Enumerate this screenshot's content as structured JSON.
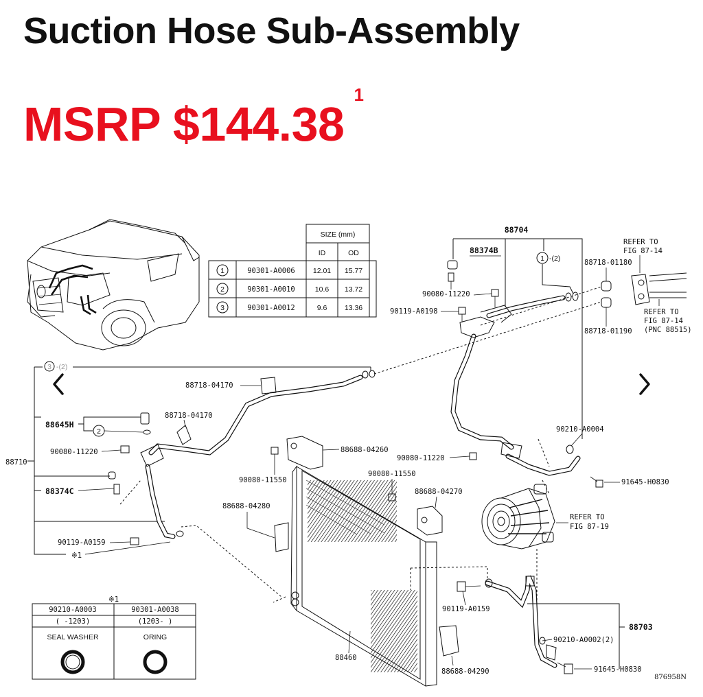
{
  "page": {
    "title": "Suction Hose Sub-Assembly",
    "price": "MSRP $144.38",
    "price_footnote": "1"
  },
  "colors": {
    "price": "#e8101e",
    "text": "#111111"
  },
  "carousel": {
    "prev_icon": "chevron-left-icon",
    "next_icon": "chevron-right-icon"
  },
  "size_table": {
    "header": "SIZE (mm)",
    "col_id": "ID",
    "col_od": "OD",
    "rows": [
      {
        "num": "1",
        "part": "90301-A0006",
        "id": "12.01",
        "od": "15.77"
      },
      {
        "num": "2",
        "part": "90301-A0010",
        "id": "10.6",
        "od": "13.72"
      },
      {
        "num": "3",
        "part": "90301-A0012",
        "id": "9.6",
        "od": "13.36"
      }
    ]
  },
  "washer_table": {
    "note": "※1",
    "col1_part": "90210-A0003",
    "col1_range": "(    -1203)",
    "col1_name": "SEAL WASHER",
    "col2_part": "90301-A0038",
    "col2_range": "(1203-     )",
    "col2_name": "ORING"
  },
  "labels": {
    "l88704": "88704",
    "l88374B": "88374B",
    "l1_2": "1",
    "l1_2b": "-(2)",
    "refer1_a": "REFER TO",
    "refer1_b": "FIG 87-14",
    "l88718_01180": "88718-01180",
    "l88718_01190": "88718-01190",
    "refer2_a": "REFER TO",
    "refer2_b": "FIG 87-14",
    "refer2_c": "(PNC 88515)",
    "l90080_11220_top": "90080-11220",
    "l90119_A0198": "90119-A0198",
    "l3_2a": "3",
    "l3_2b": "-(2)",
    "l88718_04170_a": "88718-04170",
    "l88718_04170_b": "88718-04170",
    "l88645H": "88645H",
    "l2": "2",
    "l88710": "88710",
    "l90080_11220_left": "90080-11220",
    "l88374C": "88374C",
    "l90119_A0159_left": "90119-A0159",
    "l_note1": "※1",
    "l90210_A0004": "90210-A0004",
    "l90080_11220_mid": "90080-11220",
    "l91645_H0830_a": "91645-H0830",
    "l88688_04260": "88688-04260",
    "l90080_11550_a": "90080-11550",
    "l90080_11550_b": "90080-11550",
    "l88688_04270": "88688-04270",
    "l88688_04280": "88688-04280",
    "refer3_a": "REFER TO",
    "refer3_b": "FIG 87-19",
    "l90119_A0159_mid": "90119-A0159",
    "l88703": "88703",
    "l90210_A0002": "90210-A0002(2)",
    "l88460": "88460",
    "l88688_04290": "88688-04290",
    "l91645_H0830_b": "91645-H0830",
    "diagram_id": "876958N"
  }
}
